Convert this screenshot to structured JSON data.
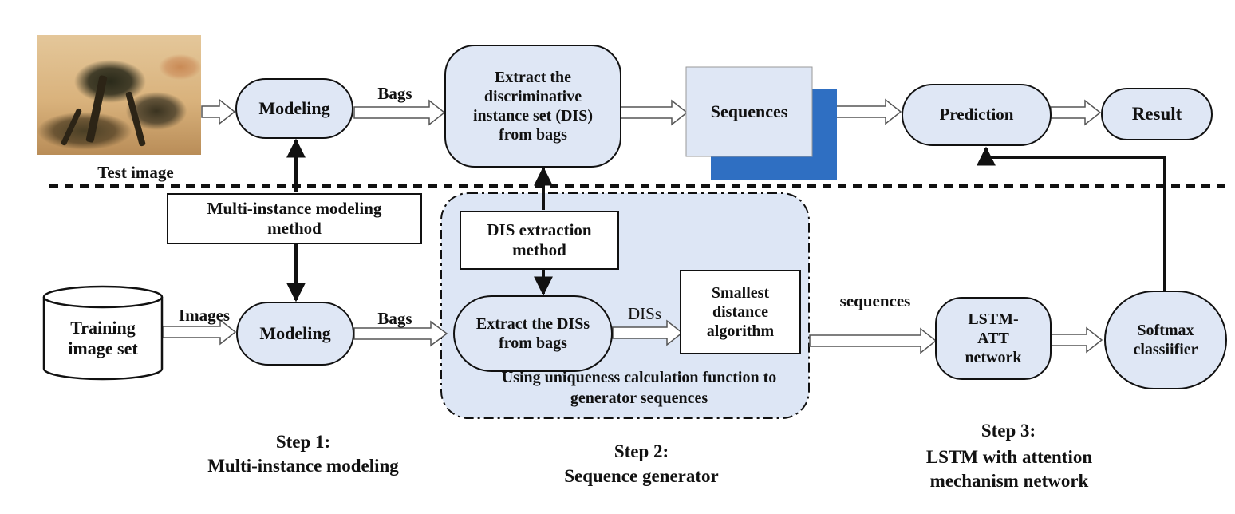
{
  "top": {
    "test_image_label": "Test image",
    "modeling": "Modeling",
    "bags_label": "Bags",
    "extract_dis": "Extract the discriminative instance set (DIS) from bags",
    "sequences": "Sequences",
    "prediction": "Prediction",
    "result": "Result"
  },
  "middle": {
    "multi_instance_method": "Multi-instance modeling method",
    "dis_extraction_method": "DIS extraction method"
  },
  "bottom": {
    "training_set": "Training image set",
    "images_label": "Images",
    "modeling": "Modeling",
    "bags_label": "Bags",
    "extract_diss": "Extract the DISs from bags",
    "diss_label": "DISs",
    "smallest_distance": "Smallest distance algorithm",
    "uniqueness_caption": "Using uniqueness calculation function to generator sequences",
    "sequences_label": "sequences",
    "lstm_att": "LSTM-ATT network",
    "softmax": "Softmax classiifier"
  },
  "steps": {
    "step1_title": "Step 1:",
    "step1_name": "Multi-instance modeling",
    "step2_title": "Step 2:",
    "step2_name": "Sequence generator",
    "step3_title": "Step 3:",
    "step3_name": "LSTM with attention mechanism network"
  },
  "colors": {
    "node_fill": "#dfe7f5",
    "region_fill": "#dde6f5",
    "sequence_back": "#2f6fc2",
    "line": "#111111"
  }
}
